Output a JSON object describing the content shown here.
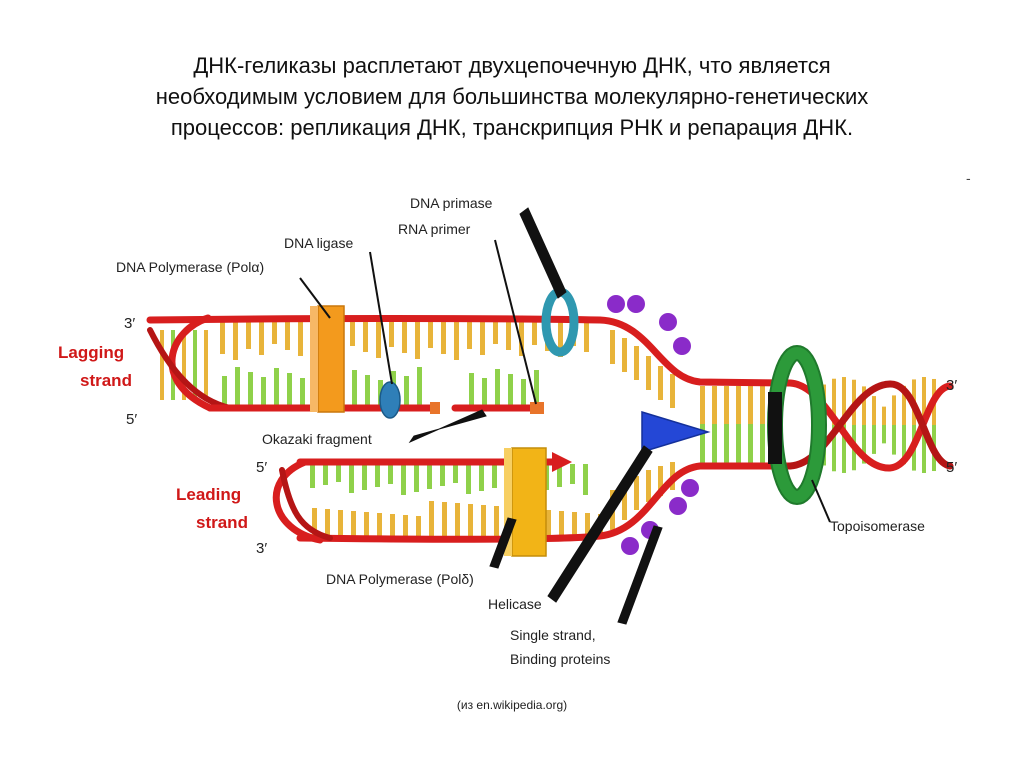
{
  "title_lines": [
    "ДНК-геликазы расплетают двухцепочечную ДНК, что является",
    "необходимым условием для большинства молекулярно-генетических",
    "процессов: репликация ДНК,  транскрипция РНК и репарация ДНК."
  ],
  "labels": {
    "dna_primase": "DNA primase",
    "rna_primer": "RNA primer",
    "dna_ligase": "DNA ligase",
    "pol_alpha": "DNA Polymerase (Polα)",
    "okazaki": "Okazaki fragment",
    "pol_delta": "DNA Polymerase (Polδ)",
    "helicase": "Helicase",
    "ssb_line1": "Single strand,",
    "ssb_line2": "Binding proteins",
    "topoisomerase": "Topoisomerase",
    "lagging_line1": "Lagging",
    "lagging_line2": "strand",
    "leading_line1": "Leading",
    "leading_line2": "strand"
  },
  "ends": {
    "lag_top": "3′",
    "lag_bottom": "5′",
    "lead_top": "5′",
    "lead_bottom": "3′",
    "right_top": "3′",
    "right_bottom": "5′"
  },
  "credit": "(из en.wikipedia.org)",
  "corner_mark": "-",
  "colors": {
    "backbone": "#d81e1e",
    "base_yellow": "#e8b43a",
    "base_green": "#8fd14a",
    "polymerase_alpha": "#f39a1d",
    "polymerase_delta": "#f2b417",
    "ligase": "#2f7fb8",
    "primase": "#2f98b0",
    "helicase": "#2447d6",
    "ssb": "#8a2bc9",
    "topoisomerase": "#2c9a3a",
    "label_red": "#d01818"
  }
}
